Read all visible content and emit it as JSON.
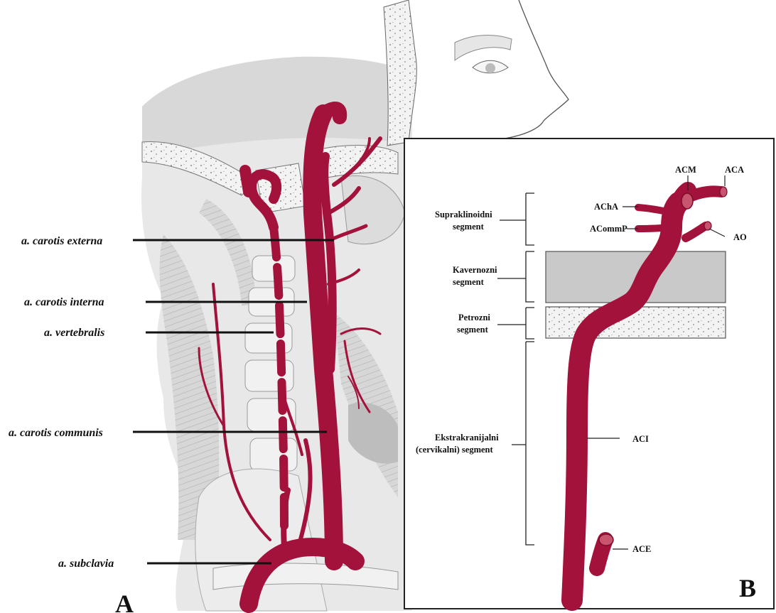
{
  "panel_a": {
    "letter": "A",
    "labels": {
      "carotis_externa": "a. carotis externa",
      "carotis_interna": "a. carotis interna",
      "vertebralis": "a. vertebralis",
      "carotis_communis": "a. carotis communis",
      "subclavia": "a. subclavia"
    }
  },
  "panel_b": {
    "letter": "B",
    "segments": {
      "supraklinoidni_1": "Supraklinoidni",
      "supraklinoidni_2": "segment",
      "kavernozni_1": "Kavernozni",
      "kavernozni_2": "segment",
      "petrozni_1": "Petrozni",
      "petrozni_2": "segment",
      "ekstrakranijalni_1": "Ekstrakranijalni",
      "ekstrakranijalni_2": "(cervikalni) segment"
    },
    "vessels": {
      "acm": "ACM",
      "aca": "ACA",
      "acha": "AChA",
      "acommp": "ACommP",
      "ao": "AO",
      "aci": "ACI",
      "ace": "ACE"
    }
  },
  "colors": {
    "artery": "#a3123a",
    "bone": "#e2e2e2",
    "tissue": "#cfcfcf",
    "cavernous_band": "#c9c9c9"
  }
}
